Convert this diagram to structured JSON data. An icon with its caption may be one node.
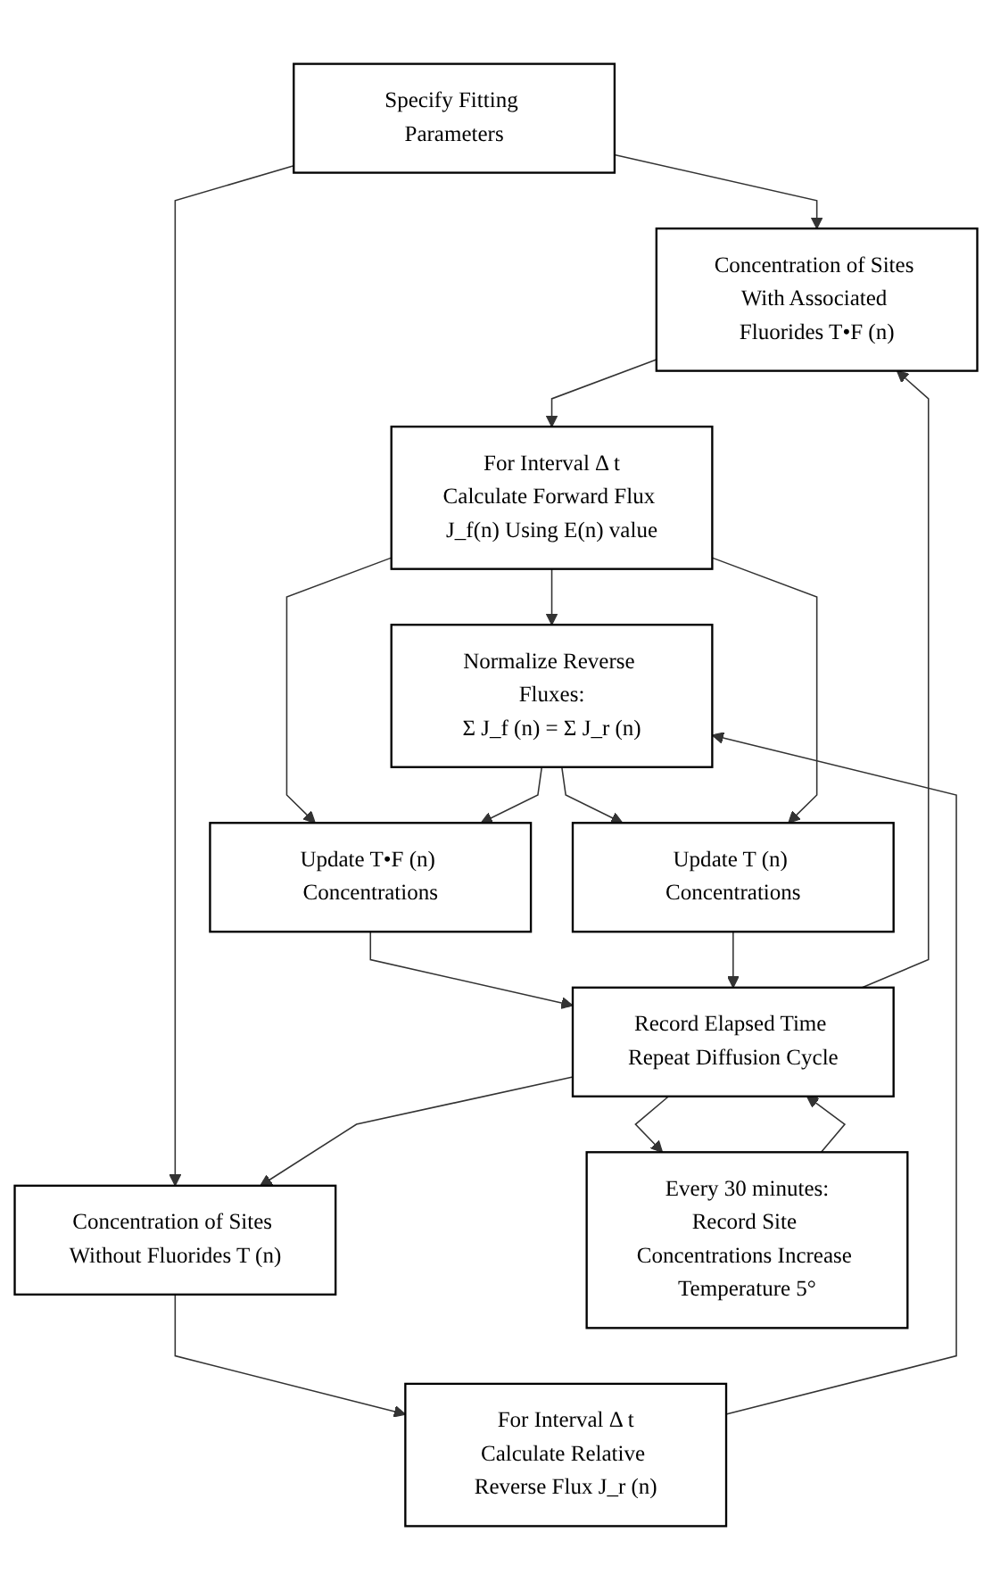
{
  "diagram": {
    "nodes": [
      {
        "text": [
          "Specify Fitting Parameters"
        ]
      },
      {
        "text": [
          "Concentration of Sites With Associated Fluorides T•F (n)"
        ]
      },
      {
        "text": [
          "Concentration of Sites Without Fluorides T (n)"
        ]
      },
      {
        "text": [
          "For Interval Δ t",
          "Calculate Relative Reverse Flux J_r (n)"
        ]
      },
      {
        "text": [
          "For Interval Δ t",
          "Calculate Forward Flux J_f(n) Using E(n) value"
        ]
      },
      {
        "text": [
          "Normalize Reverse Fluxes:",
          "Σ J_f (n) = Σ J_r (n)"
        ]
      },
      {
        "text": [
          "Update T•F (n) Concentrations"
        ]
      },
      {
        "text": [
          "Update T (n) Concentrations"
        ]
      },
      {
        "text": [
          "Record Elapsed Time Repeat Diffusion Cycle"
        ]
      },
      {
        "text": [
          "Every 30 minutes:",
          "Record Site Concentrations Increase Temperature 5°"
        ]
      }
    ],
    "edges": [
      {
        "from": 0,
        "to": 1,
        "arrow": "to"
      },
      {
        "from": 0,
        "to": 2,
        "arrow": "to"
      },
      {
        "from": 1,
        "to": 4,
        "arrow": "to"
      },
      {
        "from": 2,
        "to": 3,
        "arrow": "to"
      },
      {
        "from": 3,
        "to": 5,
        "arrow": "to"
      },
      {
        "from": 4,
        "to": 5,
        "arrow": "to"
      },
      {
        "from": 4,
        "to": 6,
        "arrow": "to"
      },
      {
        "from": 5,
        "to": 7,
        "arrow": "to"
      },
      {
        "from": 4,
        "to": 7,
        "arrow": "to"
      },
      {
        "from": 5,
        "to": 6,
        "arrow": "to"
      },
      {
        "from": 8,
        "to": 1,
        "arrow": "to"
      },
      {
        "from": 8,
        "to": 2,
        "arrow": "to"
      },
      {
        "from": 6,
        "to": 8,
        "arrow": "to"
      },
      {
        "from": 7,
        "to": 8,
        "arrow": "to"
      },
      {
        "from": 8,
        "to": 9,
        "arrow": "to"
      },
      {
        "from": 9,
        "to": 8,
        "arrow": "to"
      }
    ]
  }
}
